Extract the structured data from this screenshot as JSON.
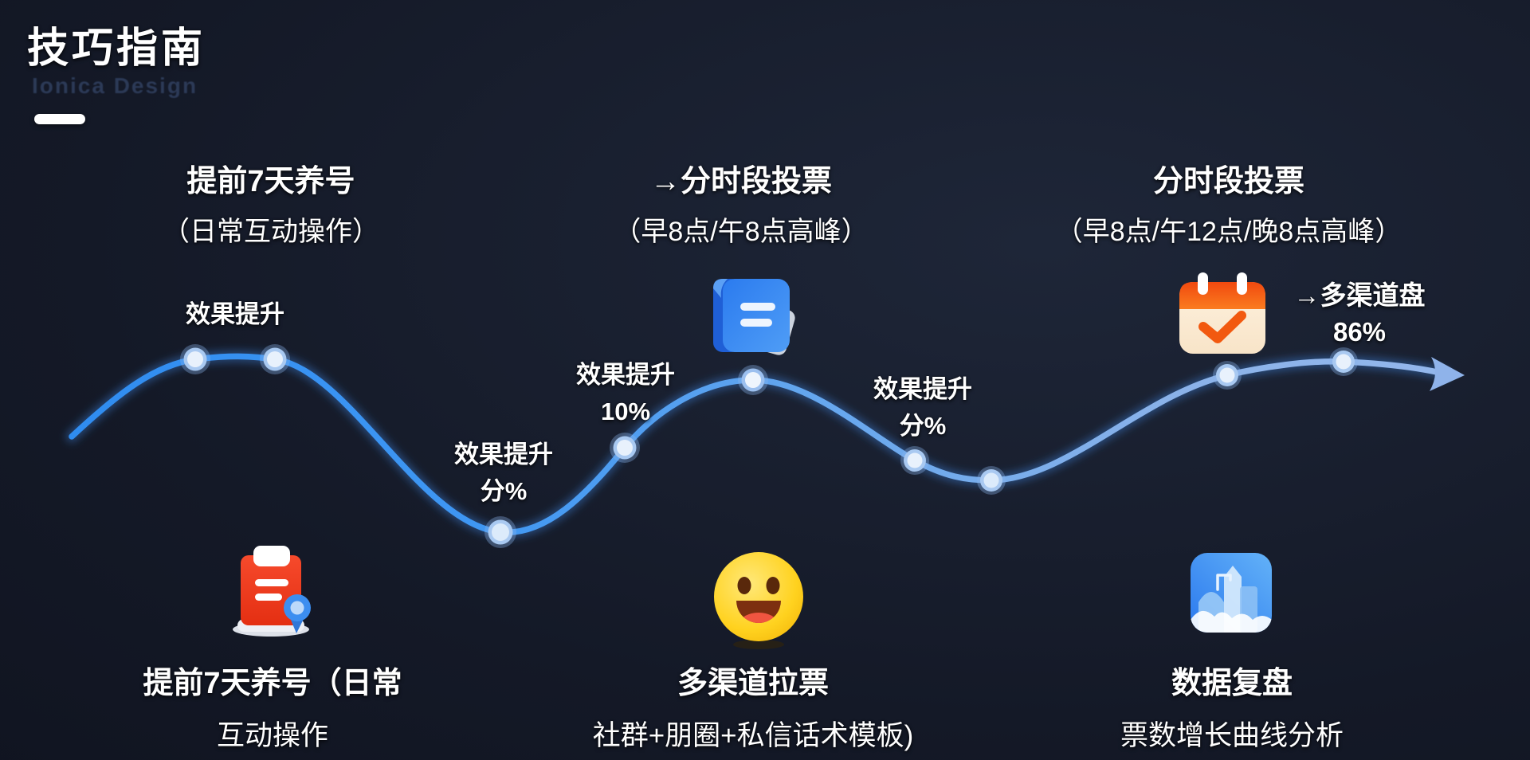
{
  "header": {
    "title": "技巧指南",
    "subtitle": "Ionica Design"
  },
  "top_labels": [
    {
      "title": "提前7天养号",
      "subtitle": "（日常互动操作）"
    },
    {
      "title": "→分时段投票",
      "subtitle": "（早8点/午8点高峰）"
    },
    {
      "title": "分时段投票",
      "subtitle": "（早8点/午12点/晚8点高峰）"
    }
  ],
  "curve_labels": [
    {
      "line1": "效果提升",
      "line2": ""
    },
    {
      "line1": "效果提升",
      "line2": "分%"
    },
    {
      "line1": "效果提升",
      "line2": "10%"
    },
    {
      "line1": "效果提升",
      "line2": "分%"
    },
    {
      "line1": "→多渠道盘",
      "line2": "86%"
    }
  ],
  "bottom_labels": [
    {
      "title": "提前7天养号（日常",
      "subtitle": "互动操作"
    },
    {
      "title": "多渠道拉票",
      "subtitle": "社群+朋圈+私信话术模板)"
    },
    {
      "title": "数据复盘",
      "subtitle": "票数增长曲线分析"
    }
  ],
  "icons": [
    "notebook-icon",
    "calendar-check-icon",
    "clipboard-ribbon-icon",
    "smiley-icon",
    "city-chart-icon"
  ],
  "colors": {
    "background": "#12182a",
    "curve_start": "#2f8cf0",
    "curve_end": "#93b7ec",
    "node_ring": "#a9c9f1",
    "node_center": "#e8f1fc",
    "accent_orange": "#f4571b",
    "accent_red": "#f23b20",
    "accent_yellow": "#ffd21f",
    "accent_blue": "#2f7ff0",
    "text": "#ffffff"
  }
}
